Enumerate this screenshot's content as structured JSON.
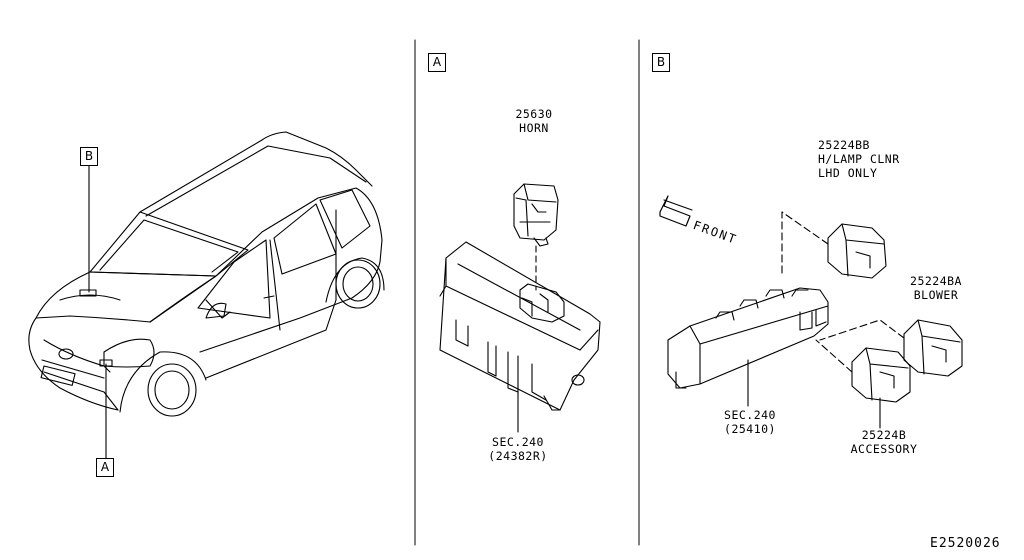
{
  "views": {
    "car": {
      "callout_b": "B",
      "callout_a": "A"
    },
    "detail_a": {
      "tag": "A",
      "horn_part": "25630",
      "horn_name": "HORN",
      "box_ref_line1": "SEC.240",
      "box_ref_line2": "(24382R)"
    },
    "detail_b": {
      "tag": "B",
      "front_label": "FRONT",
      "relay_bb_part": "25224BB",
      "relay_bb_name1": "H/LAMP CLNR",
      "relay_bb_name2": "LHD ONLY",
      "relay_ba_part": "25224BA",
      "relay_ba_name": "BLOWER",
      "relay_b_part": "25224B",
      "relay_b_name": "ACCESSORY",
      "box_ref_line1": "SEC.240",
      "box_ref_line2": "(25410)"
    }
  },
  "diagram_code": "E2520026"
}
